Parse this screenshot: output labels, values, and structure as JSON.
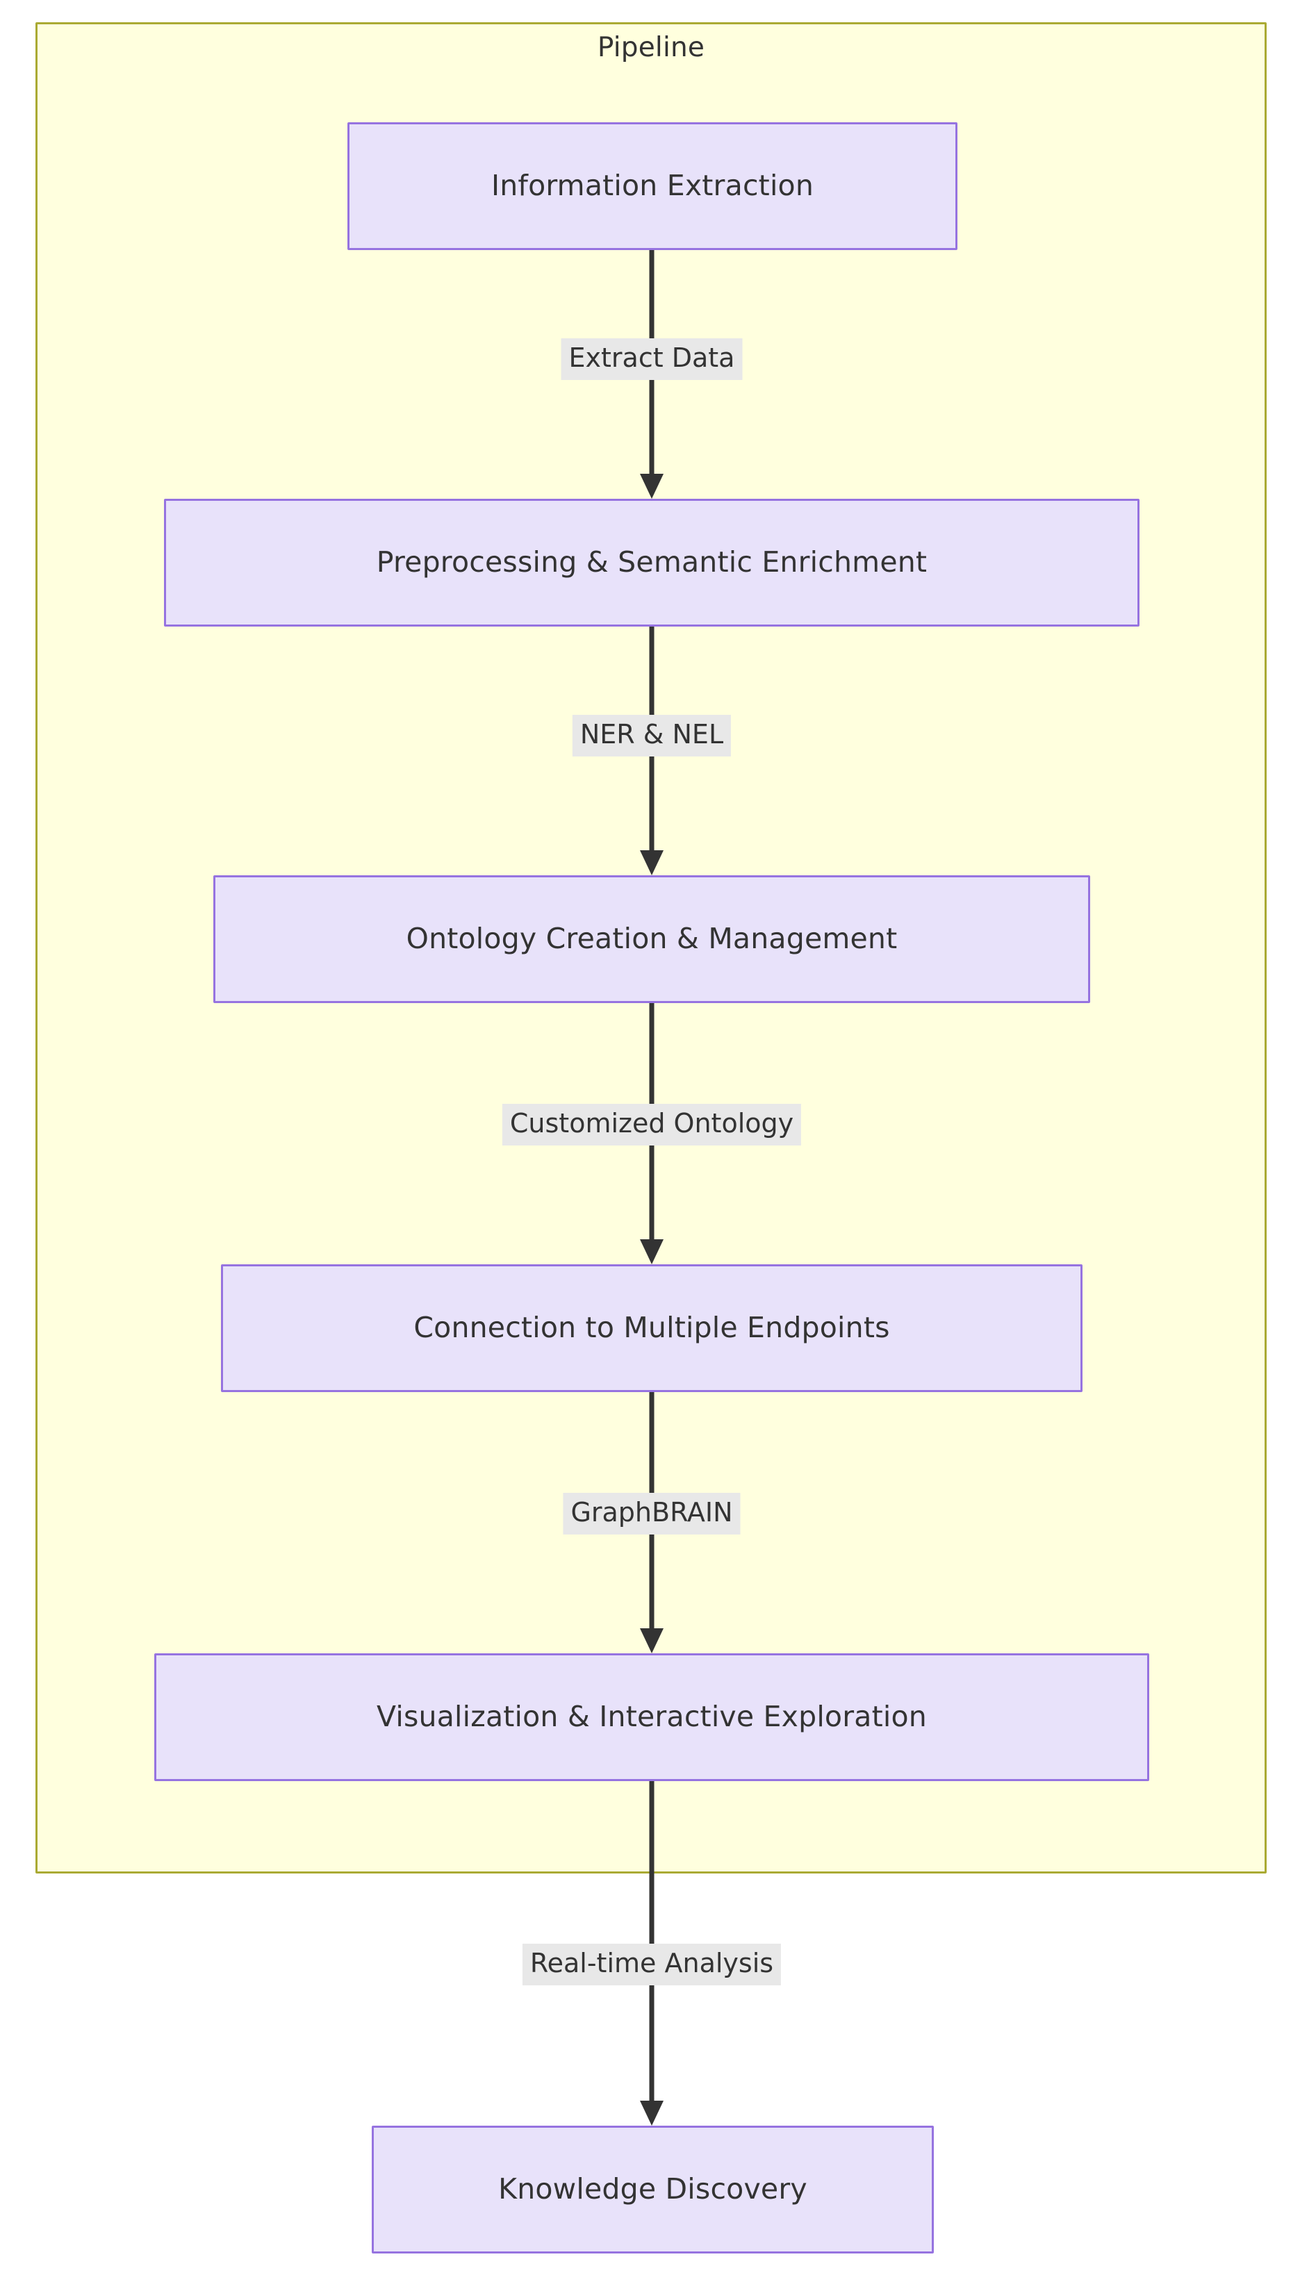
{
  "diagram": {
    "type": "flowchart",
    "direction": "top-to-bottom",
    "cluster": {
      "title": "Pipeline",
      "fill_color": "#ffffde",
      "border_color": "#aaaa33"
    },
    "node_style": {
      "fill_color": "#e8e2fa",
      "border_color": "#9673e0",
      "text_color": "#333333"
    },
    "edge_style": {
      "line_color": "#333333",
      "label_background": "#e8e8e8"
    },
    "nodes": [
      {
        "id": "information-extraction",
        "label": "Information Extraction",
        "in_cluster": true
      },
      {
        "id": "preprocessing",
        "label": "Preprocessing & Semantic Enrichment",
        "in_cluster": true
      },
      {
        "id": "ontology-creation",
        "label": "Ontology Creation & Management",
        "in_cluster": true
      },
      {
        "id": "connection-endpoints",
        "label": "Connection to Multiple Endpoints",
        "in_cluster": true
      },
      {
        "id": "visualization",
        "label": "Visualization & Interactive Exploration",
        "in_cluster": true
      },
      {
        "id": "knowledge-discovery",
        "label": "Knowledge Discovery",
        "in_cluster": false
      }
    ],
    "edges": [
      {
        "from": "information-extraction",
        "to": "preprocessing",
        "label": "Extract Data"
      },
      {
        "from": "preprocessing",
        "to": "ontology-creation",
        "label": "NER & NEL"
      },
      {
        "from": "ontology-creation",
        "to": "connection-endpoints",
        "label": "Customized Ontology"
      },
      {
        "from": "connection-endpoints",
        "to": "visualization",
        "label": "GraphBRAIN"
      },
      {
        "from": "visualization",
        "to": "knowledge-discovery",
        "label": "Real-time Analysis"
      }
    ]
  }
}
